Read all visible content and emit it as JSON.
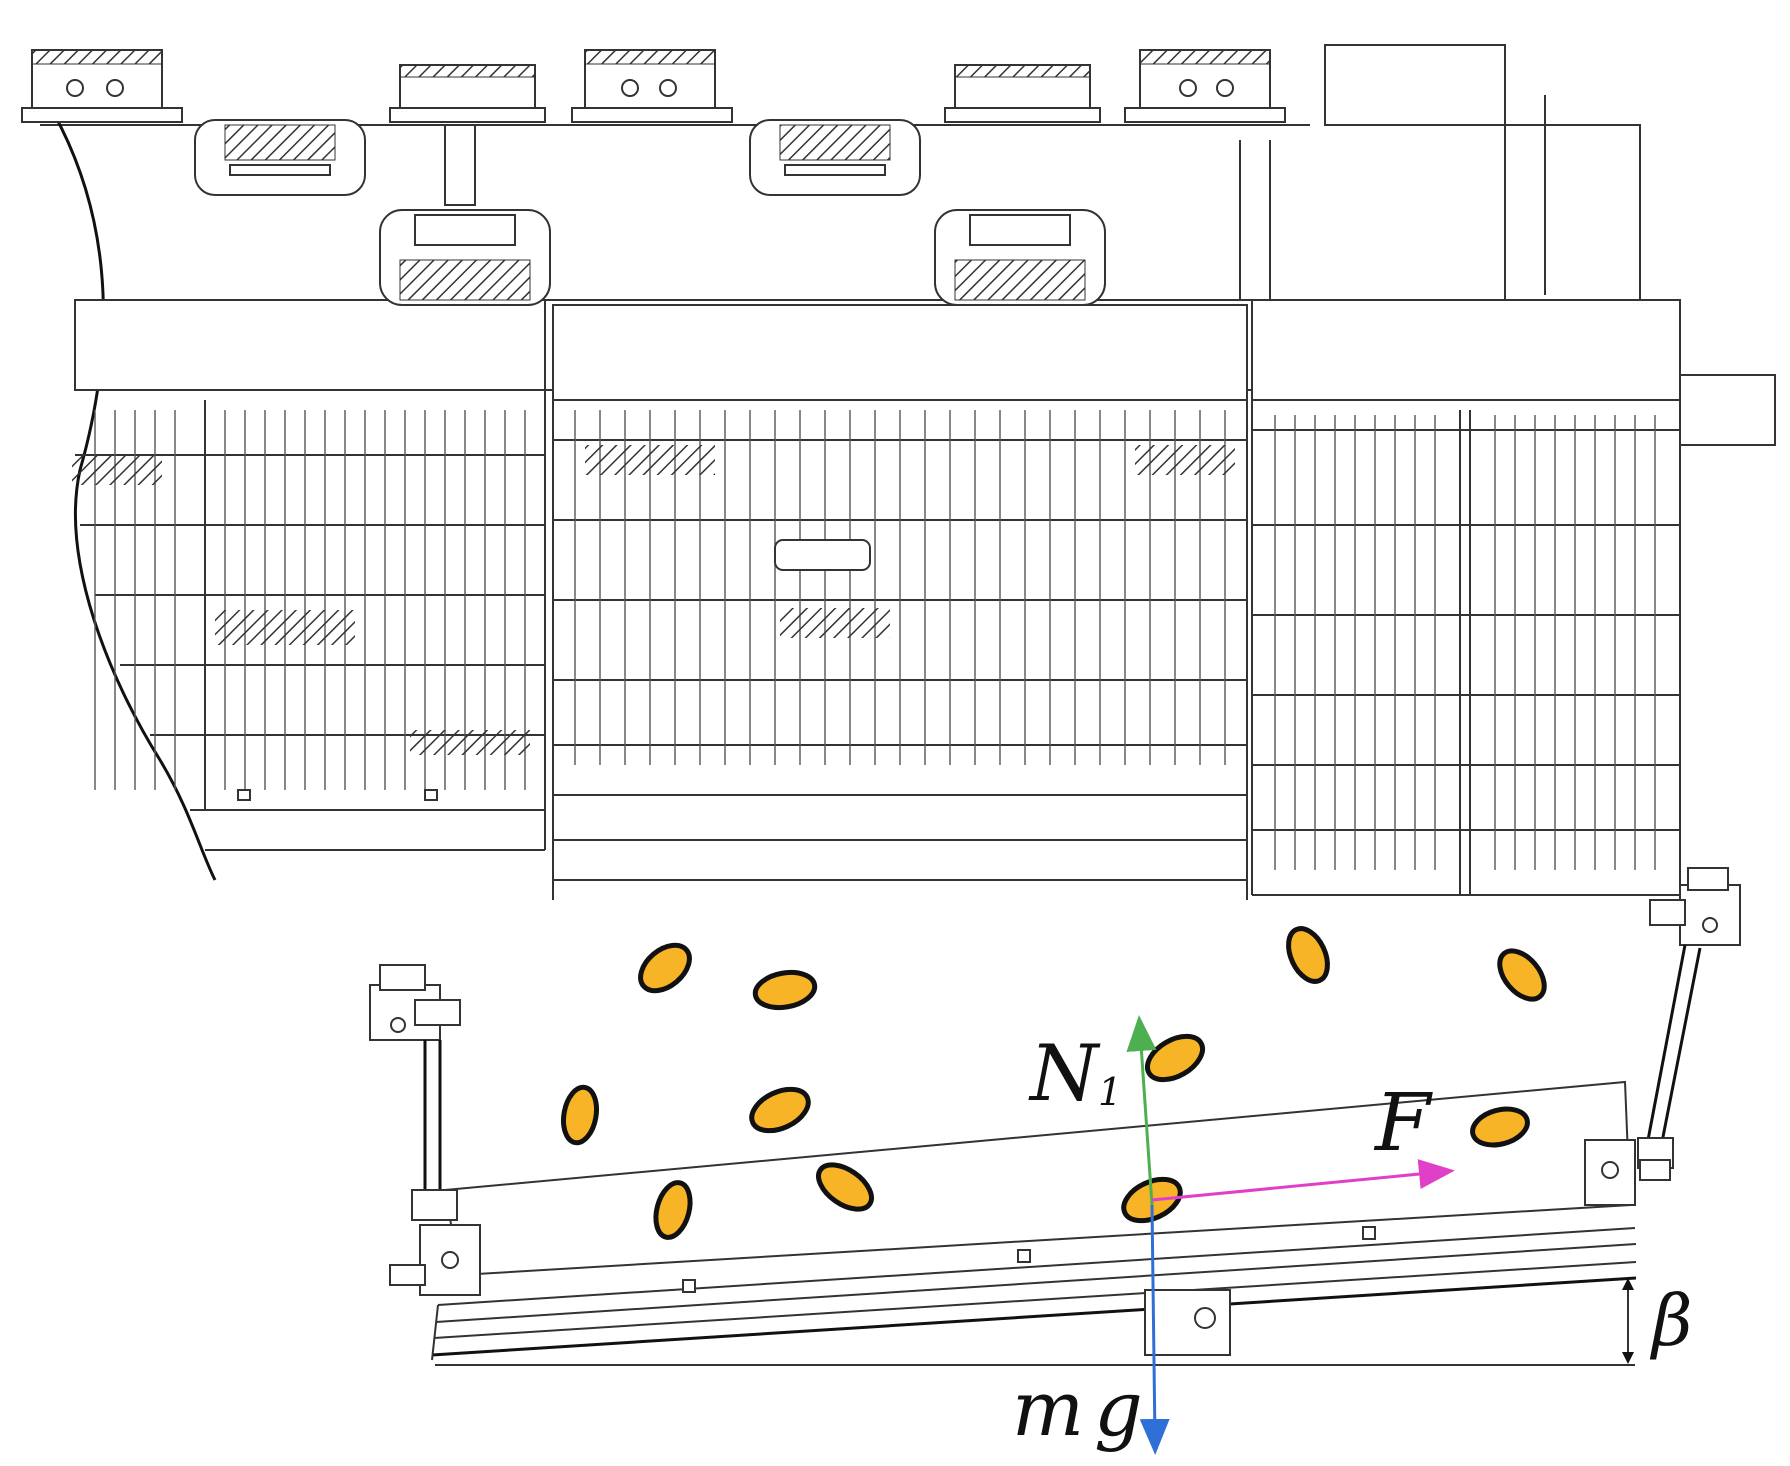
{
  "labels": {
    "normal_force": "N",
    "normal_force_subscript": "1",
    "applied_force": "F",
    "gravity": "mg",
    "incline_angle": "β"
  },
  "colors": {
    "normal_force_arrow": "#4caf50",
    "applied_force_arrow": "#e040c8",
    "gravity_arrow": "#2f6fd6",
    "grain_fill": "#f7b426",
    "grain_outline": "#111111",
    "drawing_line": "#333333"
  },
  "icons": {
    "grain": "grain-ellipse",
    "force_arrow": "arrow"
  }
}
